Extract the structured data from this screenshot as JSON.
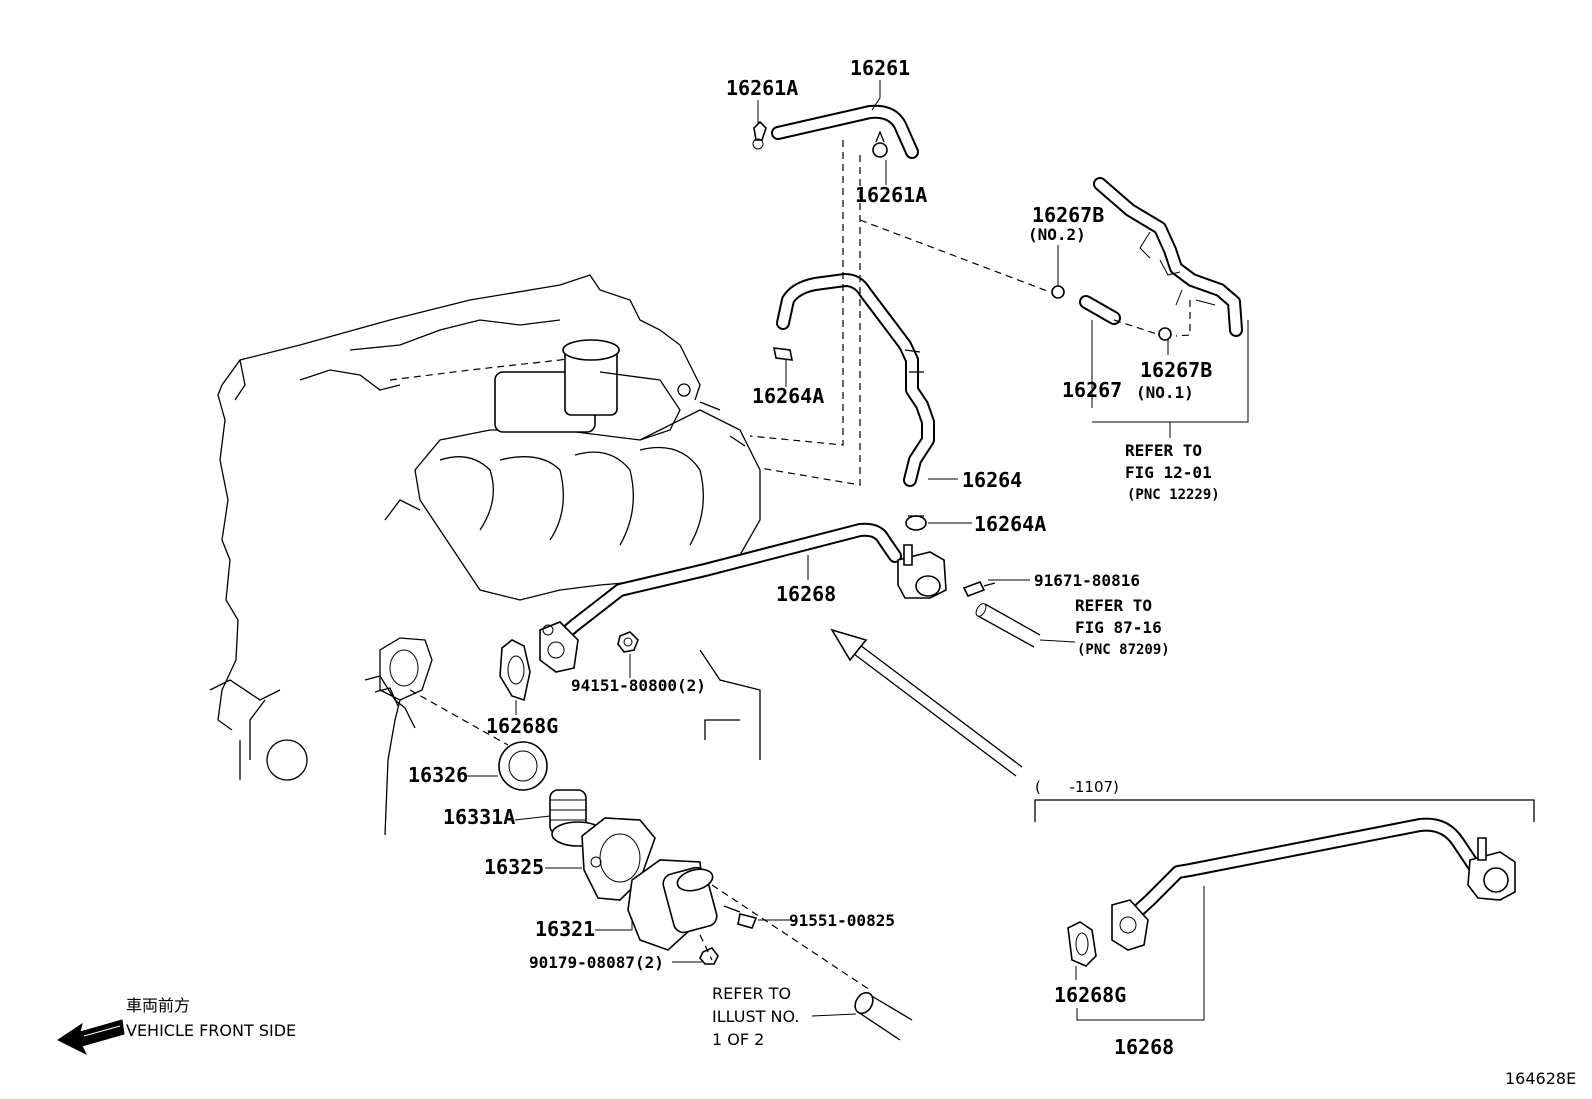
{
  "parts": {
    "p16261": "16261",
    "p16261A_top": "16261A",
    "p16261A_bottom": "16261A",
    "p16267B_no2": "16267B",
    "p16267B_no2_note": "(NO.2)",
    "p16267B_no1": "16267B",
    "p16267B_no1_note": "(NO.1)",
    "p16267": "16267",
    "p16264A_upper": "16264A",
    "p16264": "16264",
    "p16264A_lower": "16264A",
    "p16268": "16268",
    "p91671": "91671-80816",
    "p94151": "94151-80800(2)",
    "p16268G": "16268G",
    "p16326": "16326",
    "p16331A": "16331A",
    "p16325": "16325",
    "p16321": "16321",
    "p91551": "91551-00825",
    "p90179": "90179-08087(2)",
    "inset_16268G": "16268G",
    "inset_16268": "16268"
  },
  "refs": {
    "fig1201": [
      "REFER TO",
      "FIG 12-01",
      "(PNC 12229)"
    ],
    "fig8716": [
      "REFER TO",
      "FIG 87-16",
      "(PNC 87209)"
    ],
    "illust": [
      "REFER TO",
      "ILLUST NO.",
      "1 OF 2"
    ]
  },
  "inset_range": "(      -1107)",
  "front": {
    "jp": "車両前方",
    "en": "VEHICLE FRONT SIDE"
  },
  "figure_id": "164628E"
}
